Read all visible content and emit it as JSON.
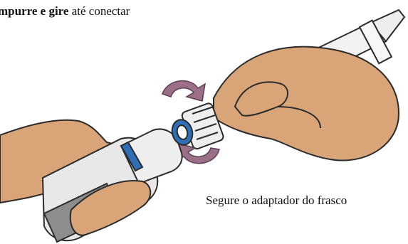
{
  "instruction": {
    "bold_part": "mpurre e gire",
    "regular_part": " até conectar"
  },
  "caption": {
    "hold_adapter": "Segure o adaptador do frasco"
  },
  "colors": {
    "skin": "#d9a578",
    "skin_shadow": "#c48a5c",
    "outline": "#2b2b2b",
    "arrow": "#9b6f87",
    "adapter_blue": "#2f6fb5",
    "vial_gray": "#8d8d8d",
    "plastic": "#e8e8e8"
  }
}
